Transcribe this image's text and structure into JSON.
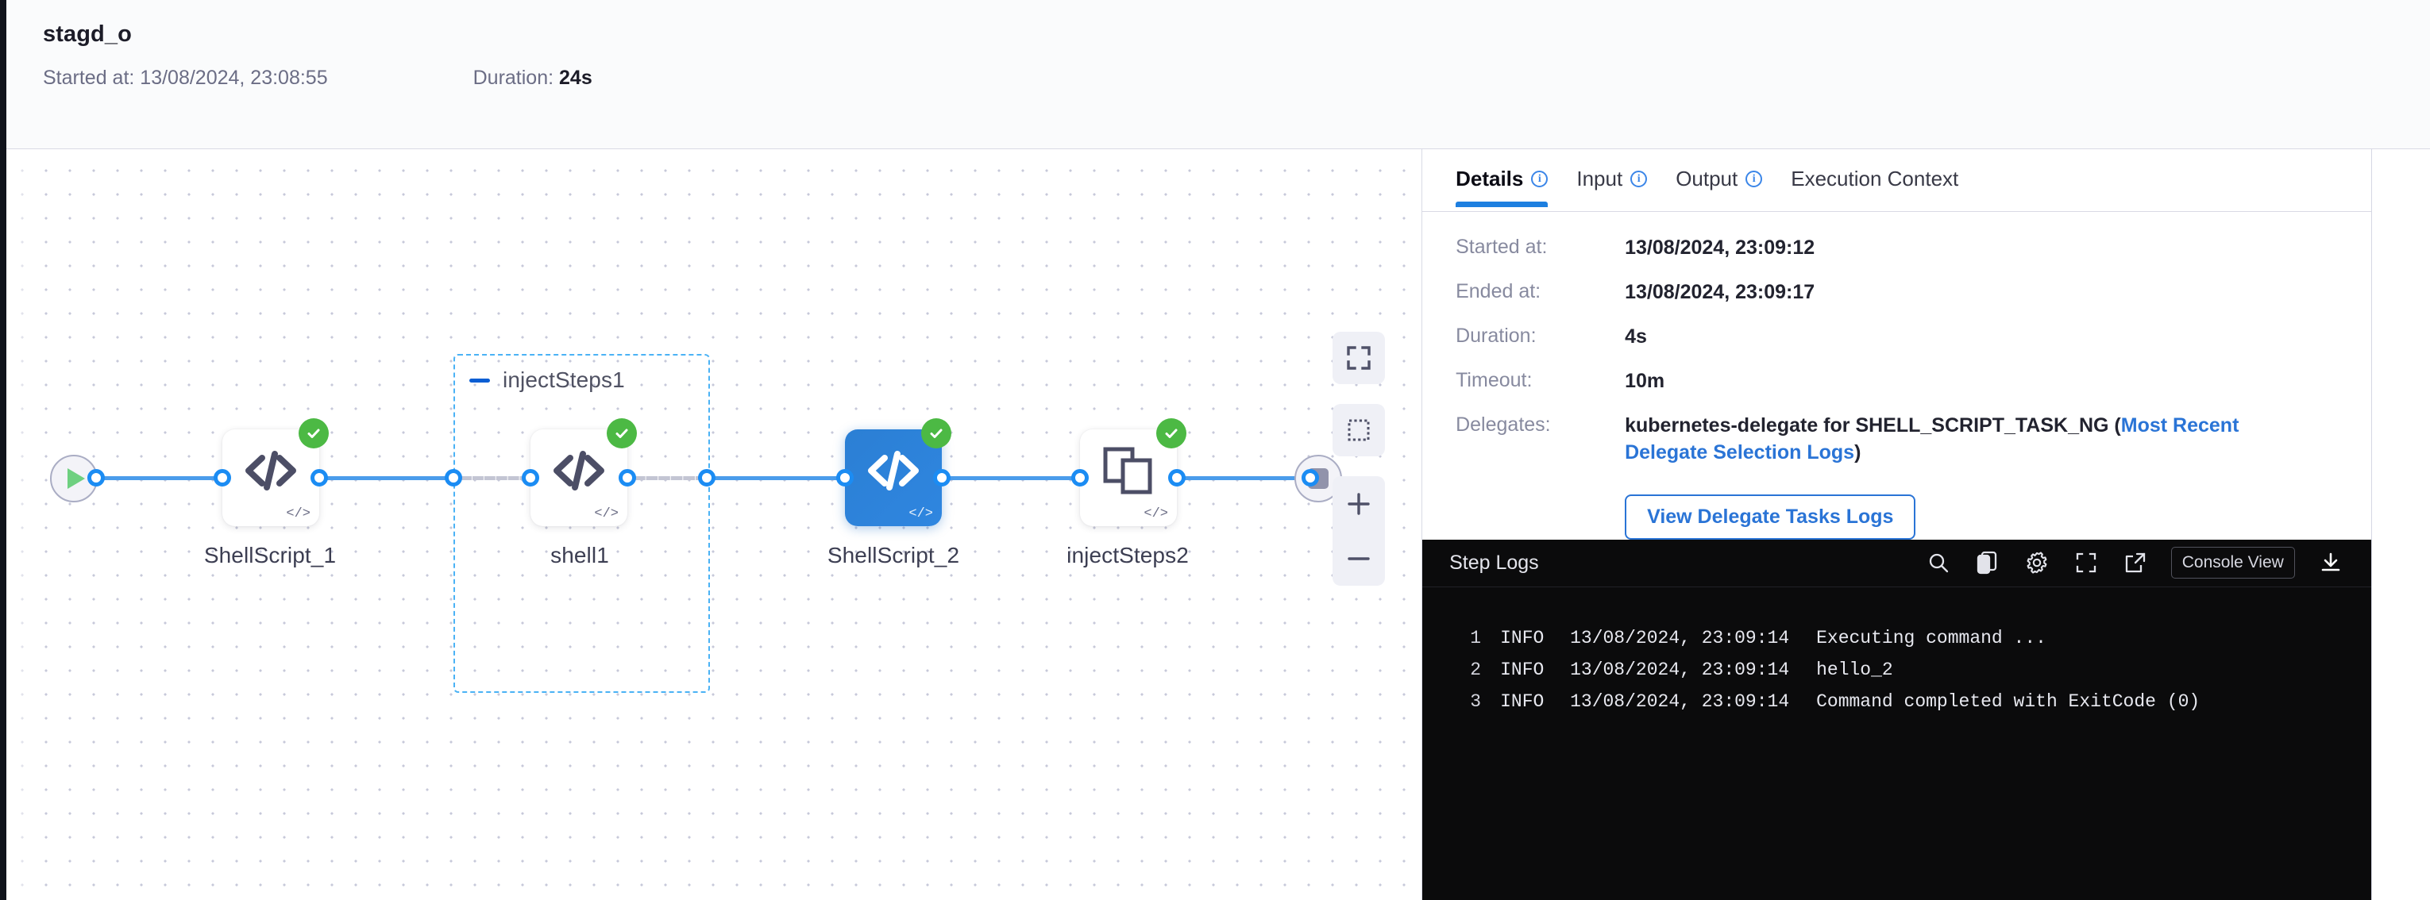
{
  "header": {
    "title": "stagd_o",
    "started_label": "Started at:",
    "started_value": "13/08/2024, 23:08:55",
    "started_full": "Started at: 13/08/2024, 23:08:55",
    "duration_label": "Duration:",
    "duration_value": "24s"
  },
  "graph": {
    "start_node_name": "start-node",
    "end_node_name": "end-node",
    "group": {
      "label": "injectSteps1",
      "collapse_icon": "minus-icon"
    },
    "nodes": [
      {
        "label": "ShellScript_1",
        "icon": "code-icon",
        "status": "success",
        "selected": false
      },
      {
        "label": "shell1",
        "icon": "code-icon",
        "status": "success",
        "selected": false
      },
      {
        "label": "ShellScript_2",
        "icon": "code-icon",
        "status": "success",
        "selected": true
      },
      {
        "label": "injectSteps2",
        "icon": "copy-stack-icon",
        "status": "success",
        "selected": false
      }
    ],
    "controls": [
      {
        "name": "fit-to-screen-button",
        "icon": "expand-icon"
      },
      {
        "name": "selection-box-button",
        "icon": "dashed-square-icon"
      },
      {
        "name": "zoom-in-button",
        "icon": "plus-icon"
      },
      {
        "name": "zoom-out-button",
        "icon": "minus-icon"
      }
    ]
  },
  "panel": {
    "tabs": [
      {
        "label": "Details",
        "info": true,
        "active": true
      },
      {
        "label": "Input",
        "info": true,
        "active": false
      },
      {
        "label": "Output",
        "info": true,
        "active": false
      },
      {
        "label": "Execution Context",
        "info": false,
        "active": false
      }
    ],
    "details": [
      {
        "label": "Started at:",
        "value": "13/08/2024, 23:09:12"
      },
      {
        "label": "Ended at:",
        "value": "13/08/2024, 23:09:17"
      },
      {
        "label": "Duration:",
        "value": "4s"
      },
      {
        "label": "Timeout:",
        "value": "10m"
      }
    ],
    "delegates": {
      "label": "Delegates:",
      "text_before": "kubernetes-delegate for SHELL_SCRIPT_TASK_NG (",
      "link_text": "Most Recent Delegate Selection Logs",
      "text_after": ")",
      "button_label": "View Delegate Tasks Logs"
    }
  },
  "logs": {
    "title": "Step Logs",
    "tools": [
      {
        "name": "search-icon"
      },
      {
        "name": "copy-icon"
      },
      {
        "name": "gear-icon"
      },
      {
        "name": "expand-icon"
      },
      {
        "name": "external-link-icon"
      }
    ],
    "console_view_label": "Console View",
    "download_icon": "download-icon",
    "lines": [
      {
        "no": "1",
        "level": "INFO",
        "ts": "13/08/2024, 23:09:14",
        "msg": "Executing command ..."
      },
      {
        "no": "2",
        "level": "INFO",
        "ts": "13/08/2024, 23:09:14",
        "msg": "hello_2"
      },
      {
        "no": "3",
        "level": "INFO",
        "ts": "13/08/2024, 23:09:14",
        "msg": "Command completed with ExitCode (0)"
      }
    ]
  },
  "colors": {
    "accent_blue": "#1d7fe0",
    "edge_blue": "#4a9ceb",
    "success_green": "#4cb944",
    "group_border": "#4ab2f5",
    "selected_node": "#2f86e0",
    "log_bg": "#0b0b0c"
  }
}
